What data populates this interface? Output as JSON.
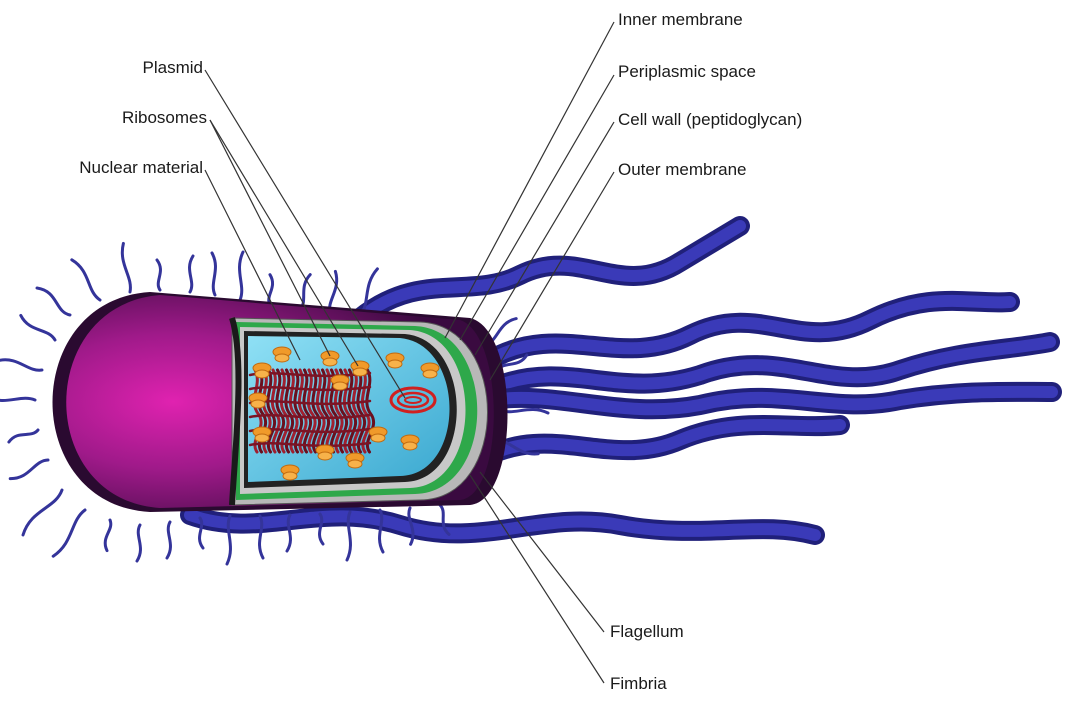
{
  "figure": {
    "labels": {
      "plasmid": "Plasmid",
      "ribosomes": "Ribosomes",
      "nuclear_material": "Nuclear material",
      "inner_membrane": "Inner membrane",
      "periplasmic_space": "Periplasmic space",
      "cell_wall": "Cell wall (peptidoglycan)",
      "outer_membrane": "Outer membrane",
      "flagellum": "Flagellum",
      "fimbria": "Fimbria"
    },
    "colors": {
      "cell_body": "#7a1a78",
      "cell_body_highlight": "#e020b0",
      "flagella": "#2a2aa0",
      "fimbriae": "#34349a",
      "cytoplasm": "#5bc8e6",
      "outer_membrane": "#b0b0b0",
      "cell_wall": "#2ea84a",
      "inner_membrane": "#2a2a2a",
      "ribosome": "#f09a2a",
      "nucleoid": "#8a1a2a",
      "plasmid": "#d02020",
      "leader_line": "#333333"
    }
  }
}
